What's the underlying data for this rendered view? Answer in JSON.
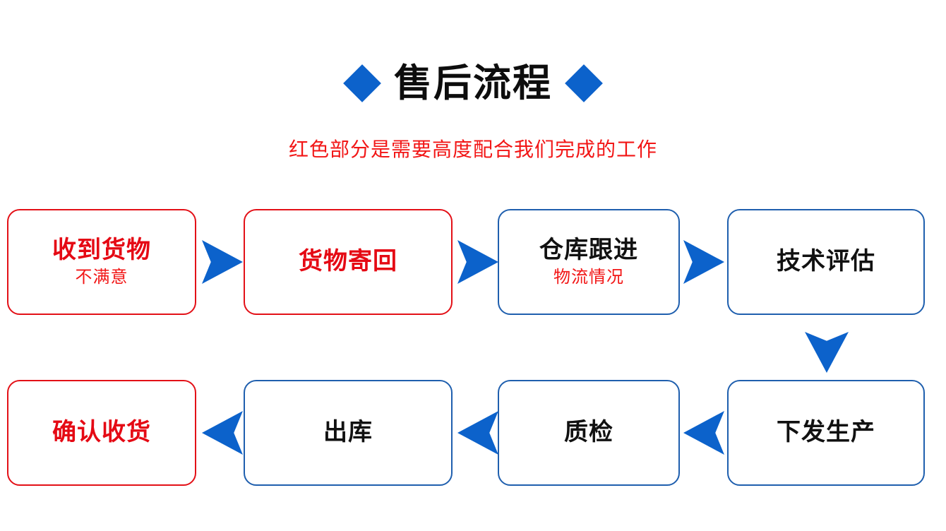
{
  "title": {
    "text": "售后流程",
    "left_icon": "diamond-icon",
    "right_icon": "diamond-icon"
  },
  "subtitle": {
    "text": "红色部分是需要高度配合我们完成的工作"
  },
  "colors": {
    "accent_blue": "#0C62CB",
    "border_blue": "#1F5FAE",
    "accent_red": "#E50914",
    "border_red": "#E31017",
    "text_black": "#111111",
    "background": "#FFFFFF"
  },
  "flow": {
    "row1": [
      {
        "id": "node-1",
        "label": "收到货物",
        "sub": "不满意",
        "border": "red",
        "label_color": "red"
      },
      {
        "id": "node-2",
        "label": "货物寄回",
        "sub": "",
        "border": "red",
        "label_color": "red"
      },
      {
        "id": "node-3",
        "label": "仓库跟进",
        "sub": "物流情况",
        "border": "blue",
        "label_color": "black"
      },
      {
        "id": "node-4",
        "label": "技术评估",
        "sub": "",
        "border": "blue",
        "label_color": "black"
      }
    ],
    "row2": [
      {
        "id": "node-5",
        "label": "确认收货",
        "sub": "",
        "border": "red",
        "label_color": "red"
      },
      {
        "id": "node-6",
        "label": "出库",
        "sub": "",
        "border": "blue",
        "label_color": "black"
      },
      {
        "id": "node-7",
        "label": "质检",
        "sub": "",
        "border": "blue",
        "label_color": "black"
      },
      {
        "id": "node-8",
        "label": "下发生产",
        "sub": "",
        "border": "blue",
        "label_color": "black"
      }
    ],
    "connectors": [
      {
        "id": "arrow-r1",
        "direction": "right",
        "icon": "arrow-right-icon"
      },
      {
        "id": "arrow-r2",
        "direction": "right",
        "icon": "arrow-right-icon"
      },
      {
        "id": "arrow-r3",
        "direction": "right",
        "icon": "arrow-right-icon"
      },
      {
        "id": "arrow-down-1",
        "direction": "down",
        "icon": "arrow-down-icon"
      },
      {
        "id": "arrow-l1",
        "direction": "left",
        "icon": "arrow-left-icon"
      },
      {
        "id": "arrow-l2",
        "direction": "left",
        "icon": "arrow-left-icon"
      },
      {
        "id": "arrow-l3",
        "direction": "left",
        "icon": "arrow-left-icon"
      }
    ]
  }
}
